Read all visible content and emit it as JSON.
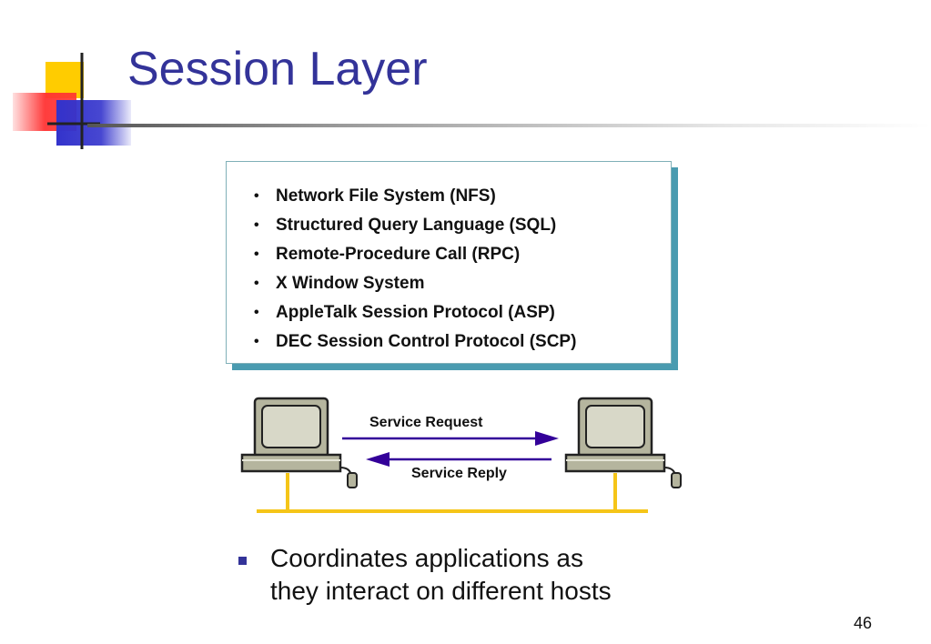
{
  "slide": {
    "title": "Session Layer",
    "page_number": "46"
  },
  "protocols": [
    "Network File System (NFS)",
    "Structured Query Language (SQL)",
    "Remote-Procedure Call (RPC)",
    "X Window System",
    "AppleTalk Session Protocol (ASP)",
    "DEC Session Control Protocol (SCP)"
  ],
  "diagram": {
    "request_label": "Service Request",
    "reply_label": "Service Reply",
    "arrow_color": "#330099",
    "cable_color": "#f5c518",
    "left_host_icon": "computer-icon",
    "right_host_icon": "computer-icon"
  },
  "bottom": {
    "line1": "Coordinates applications as",
    "line2": "they interact on different hosts"
  },
  "colors": {
    "title": "#333399",
    "accent_yellow": "#ffcc00",
    "accent_red": "#ff3333",
    "accent_blue": "#3333cc",
    "box_shadow": "#4a9bb0"
  }
}
